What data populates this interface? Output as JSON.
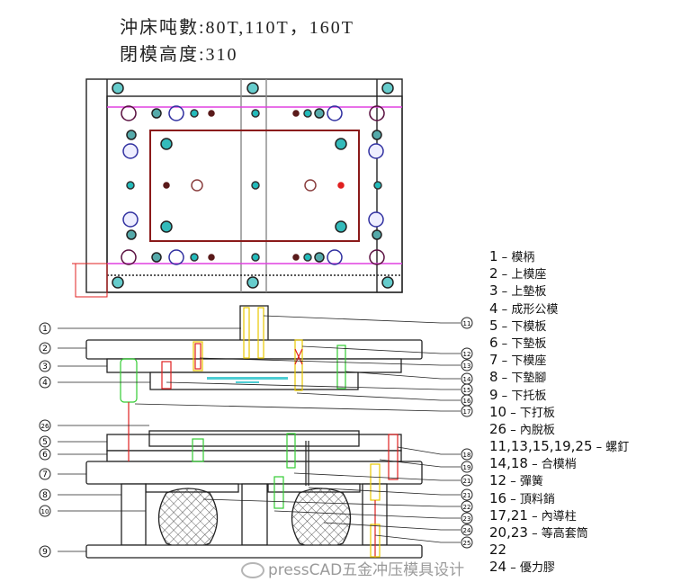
{
  "header": {
    "tonnage": "沖床吨數:80T,110T，160T",
    "shut_height": "閉模高度:310"
  },
  "legend": [
    {
      "num": "1",
      "name": "模柄"
    },
    {
      "num": "2",
      "name": "上模座"
    },
    {
      "num": "3",
      "name": "上墊板"
    },
    {
      "num": "4",
      "name": "成形公模"
    },
    {
      "num": "5",
      "name": "下模板"
    },
    {
      "num": "6",
      "name": "下墊板"
    },
    {
      "num": "7",
      "name": "下模座"
    },
    {
      "num": "8",
      "name": "下墊腳"
    },
    {
      "num": "9",
      "name": "下托板"
    },
    {
      "num": "10",
      "name": "下打板"
    },
    {
      "num": "26",
      "name": "內脫板"
    },
    {
      "num": "11,13,15,19,25",
      "name": "螺釘"
    },
    {
      "num": "14,18",
      "name": "合模梢"
    },
    {
      "num": "12",
      "name": "彈簧"
    },
    {
      "num": "16",
      "name": "頂料銷"
    },
    {
      "num": "17,21",
      "name": "內導柱"
    },
    {
      "num": "20,23",
      "name": "等高套筒"
    },
    {
      "num": "22",
      "name": ""
    },
    {
      "num": "24",
      "name": "優力膠"
    }
  ],
  "callouts_left": [
    "1",
    "2",
    "3",
    "4",
    "26",
    "5",
    "6",
    "7",
    "8",
    "10",
    "9"
  ],
  "callouts_right": [
    "11",
    "12",
    "13",
    "14",
    "15",
    "16",
    "17",
    "18",
    "19",
    "21",
    "21",
    "22",
    "23",
    "24",
    "25"
  ],
  "watermark": "pressCAD五金冲压模具设计",
  "colors": {
    "outline": "#222222",
    "red": "#e02020",
    "green": "#33cc33",
    "yellow": "#e8c800",
    "cyan": "#20c0c8",
    "magenta": "#e040e0",
    "maroon": "#8b1a1a"
  }
}
